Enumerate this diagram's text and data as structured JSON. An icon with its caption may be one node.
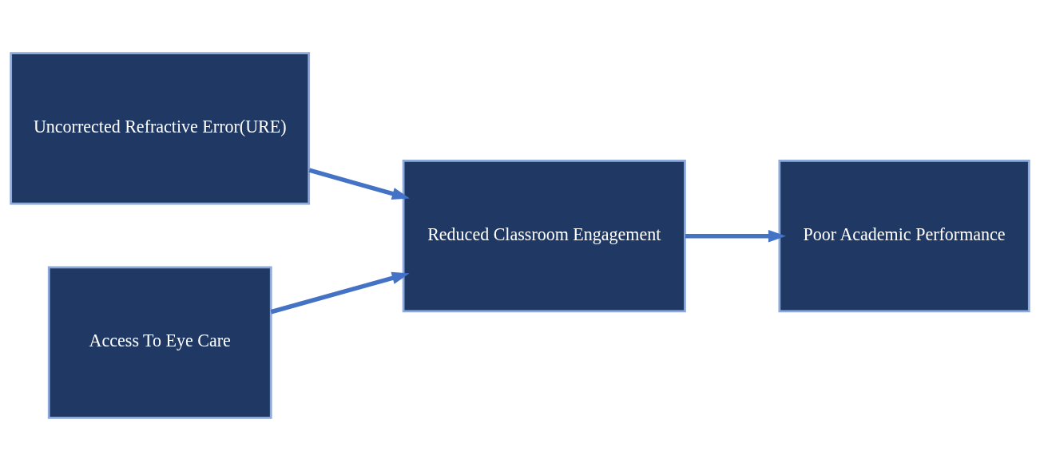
{
  "diagram": {
    "nodes": [
      {
        "text": [
          "Uncorrected Refractive Error(URE)"
        ]
      },
      {
        "text": [
          "Access To Eye Care"
        ]
      },
      {
        "text": [
          "Reduced Classroom Engagement"
        ]
      },
      {
        "text": [
          "Poor Academic Performance"
        ]
      }
    ],
    "edges": [
      {
        "from": 0,
        "to": 2,
        "arrow": "to"
      },
      {
        "from": 1,
        "to": 2,
        "arrow": "to"
      },
      {
        "from": 2,
        "to": 3,
        "arrow": "to"
      }
    ]
  }
}
